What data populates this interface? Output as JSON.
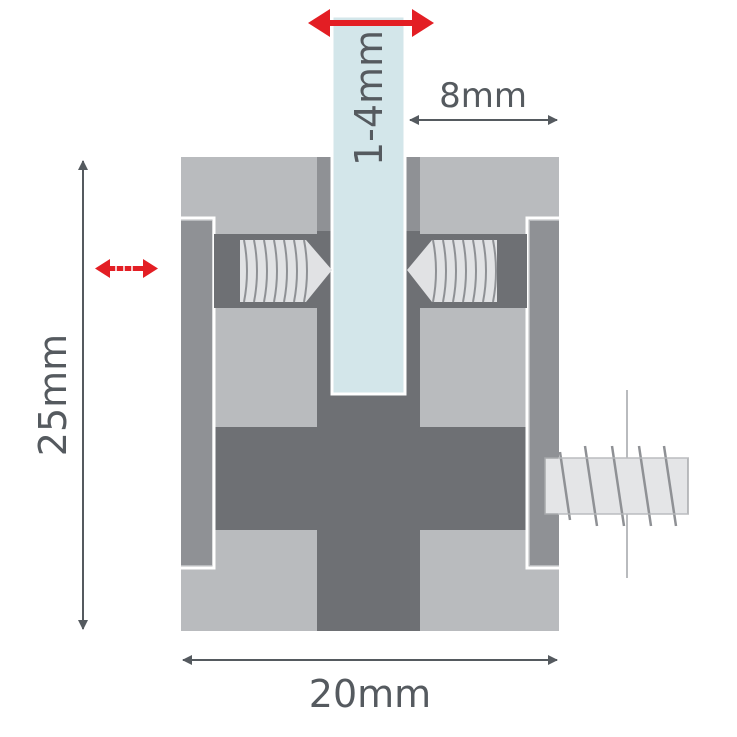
{
  "dimensions": {
    "glass_thickness": "1-4mm",
    "edge_offset": "8mm",
    "height": "25mm",
    "diameter": "20mm"
  },
  "colors": {
    "body_light": "#b9bbbe",
    "body_mid": "#8f9195",
    "body_dark": "#6e7074",
    "glass": "#d3e6ea",
    "dimension_line": "#555a5f",
    "movement_arrow": "#e31e24",
    "outline": "#ffffff"
  },
  "icons": {
    "movement_indicator": "double-arrow-icon",
    "grub_screw": "threaded-screw-icon",
    "mounting_screw": "wood-screw-icon"
  }
}
